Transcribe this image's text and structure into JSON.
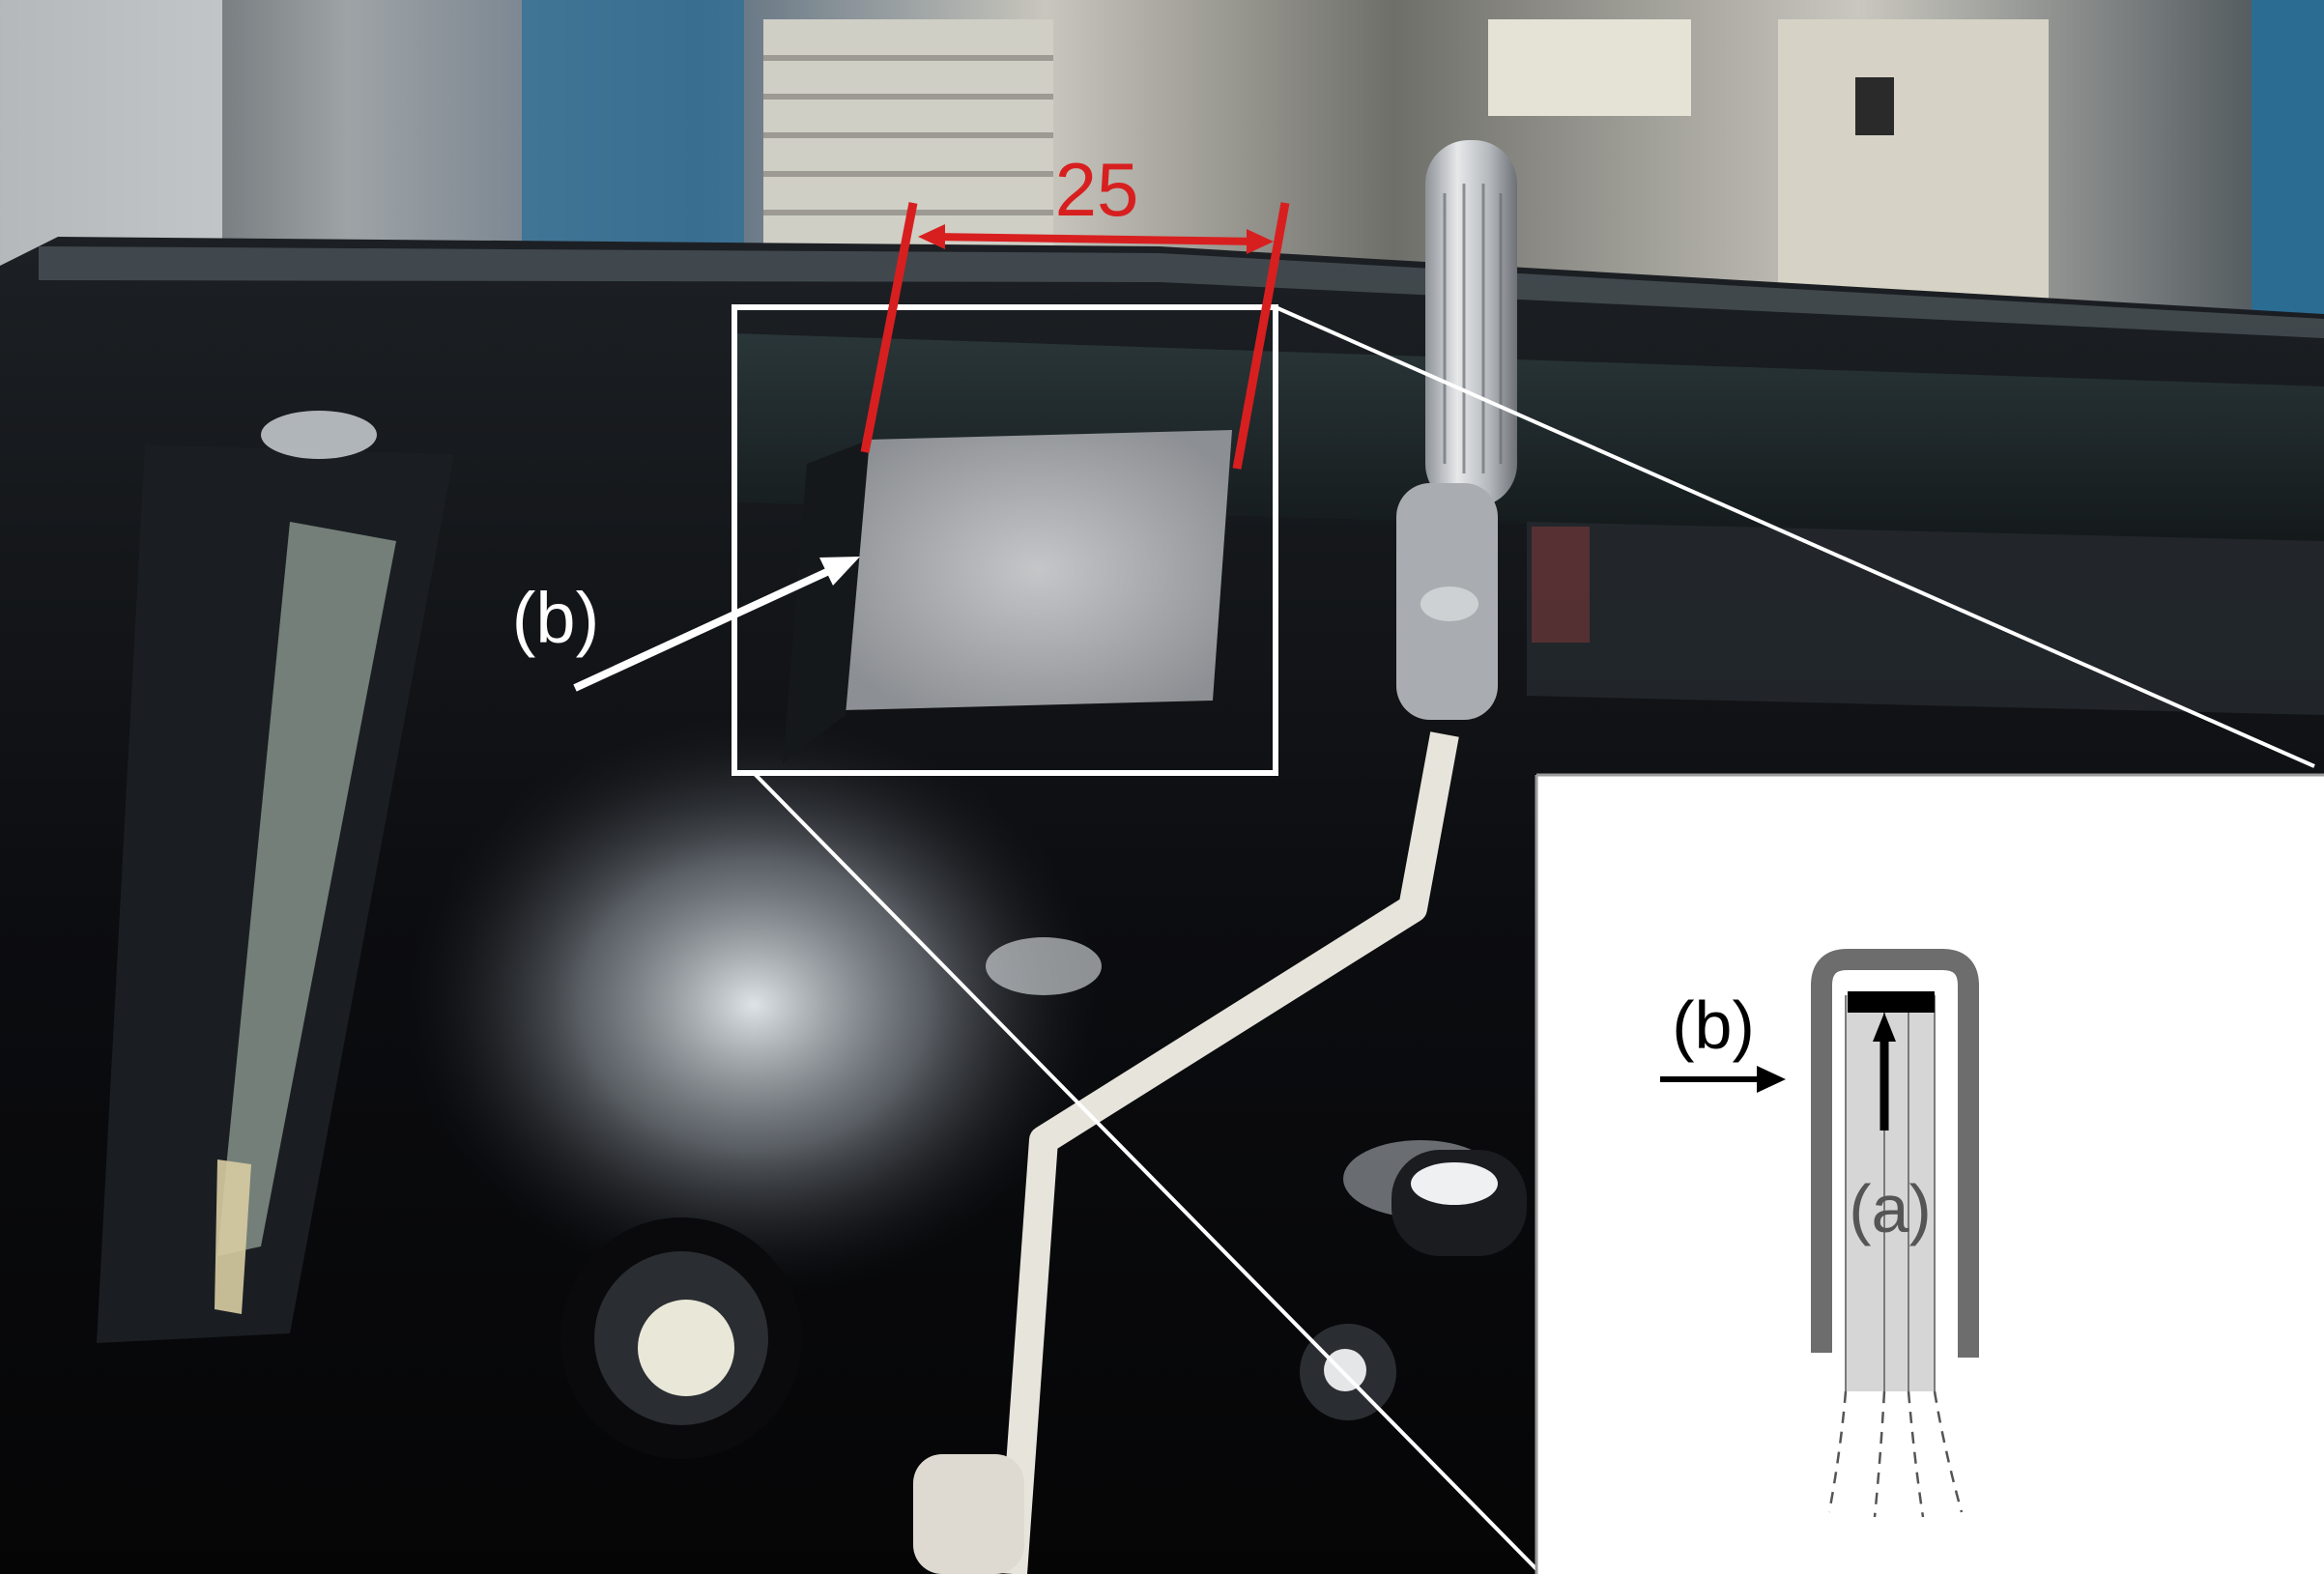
{
  "annotations": {
    "dimension_label": "25",
    "photo_arrow_label": "(b)",
    "inset_arrow_b_label": "(b)",
    "inset_arrow_a_label": "(a)"
  },
  "colors": {
    "dimension": "#d81f1f",
    "annotation_white": "#ffffff",
    "inset_background": "#ffffff",
    "inset_profile": "#6d6d6d",
    "inset_core": "#d6d6d6",
    "inset_black": "#000000",
    "panel_black": "#0c0d10"
  }
}
